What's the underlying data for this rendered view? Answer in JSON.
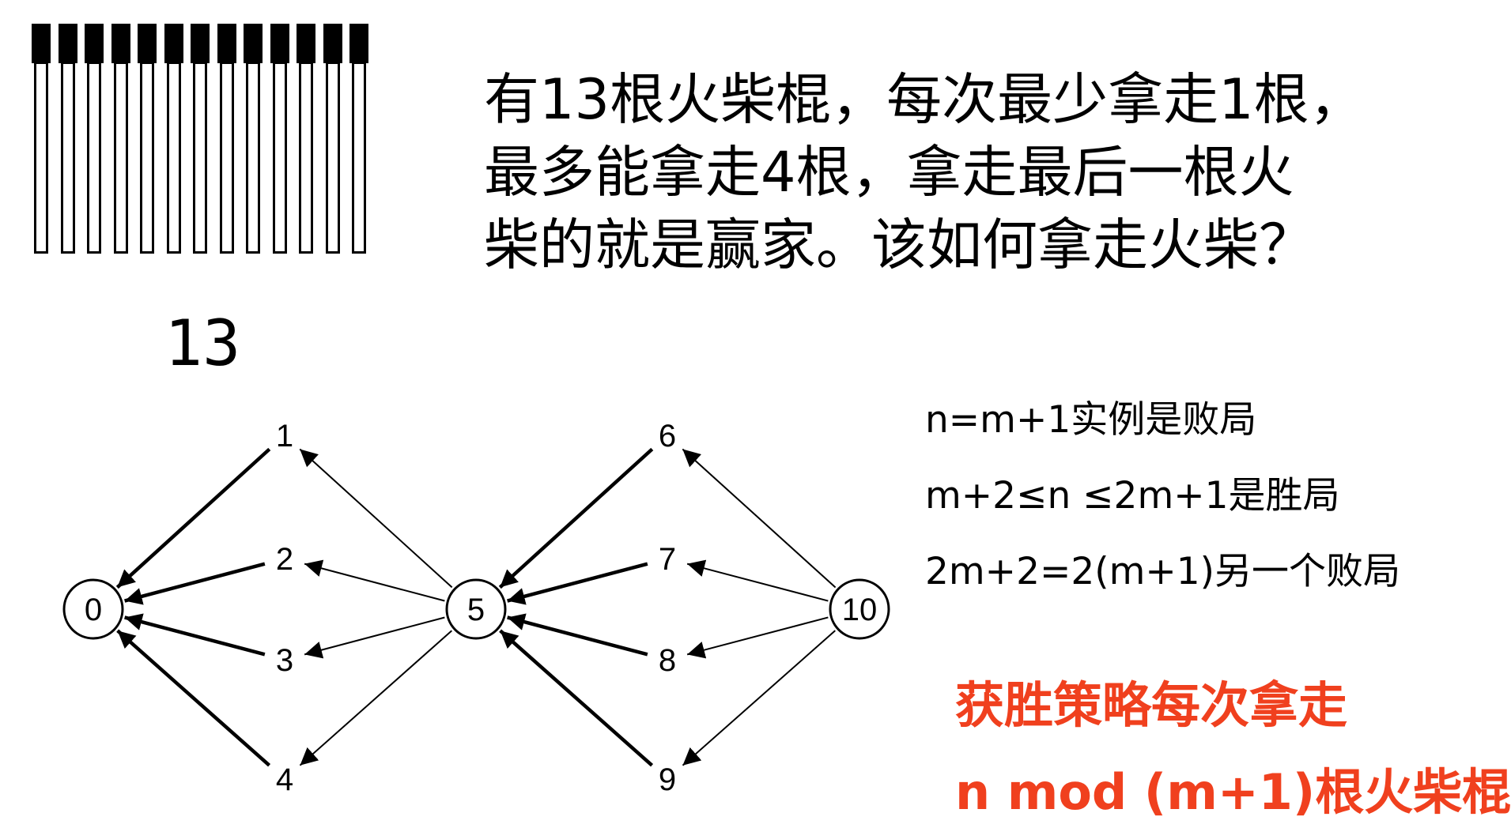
{
  "matchstick_count": 13,
  "count_label": "13",
  "problem": {
    "line1": "有13根火柴棍，每次最少拿走1根，",
    "line2": "最多能拿走4根，拿走最后一根火",
    "line3": "柴的就是赢家。该如何拿走火柴？"
  },
  "facts": {
    "fact1": "n=m+1实例是败局",
    "fact2": "m+2≤n ≤2m+1是胜局",
    "fact3": "2m+2=2(m+1)另一个败局"
  },
  "strategy": {
    "line1": "获胜策略每次拿走",
    "line2": "n mod (m+1)根火柴棍"
  },
  "graph": {
    "circled_nodes": [
      "0",
      "5",
      "10"
    ],
    "plain_nodes": [
      "1",
      "2",
      "3",
      "4",
      "6",
      "7",
      "8",
      "9"
    ],
    "edges": [
      {
        "from": "1",
        "to": "0"
      },
      {
        "from": "2",
        "to": "0"
      },
      {
        "from": "3",
        "to": "0"
      },
      {
        "from": "4",
        "to": "0"
      },
      {
        "from": "5",
        "to": "1"
      },
      {
        "from": "5",
        "to": "2"
      },
      {
        "from": "5",
        "to": "3"
      },
      {
        "from": "5",
        "to": "4"
      },
      {
        "from": "6",
        "to": "5"
      },
      {
        "from": "7",
        "to": "5"
      },
      {
        "from": "8",
        "to": "5"
      },
      {
        "from": "9",
        "to": "5"
      },
      {
        "from": "10",
        "to": "6"
      },
      {
        "from": "10",
        "to": "7"
      },
      {
        "from": "10",
        "to": "8"
      },
      {
        "from": "10",
        "to": "9"
      }
    ],
    "colors": {
      "line": "#000000",
      "highlight": "#f0401e"
    }
  }
}
